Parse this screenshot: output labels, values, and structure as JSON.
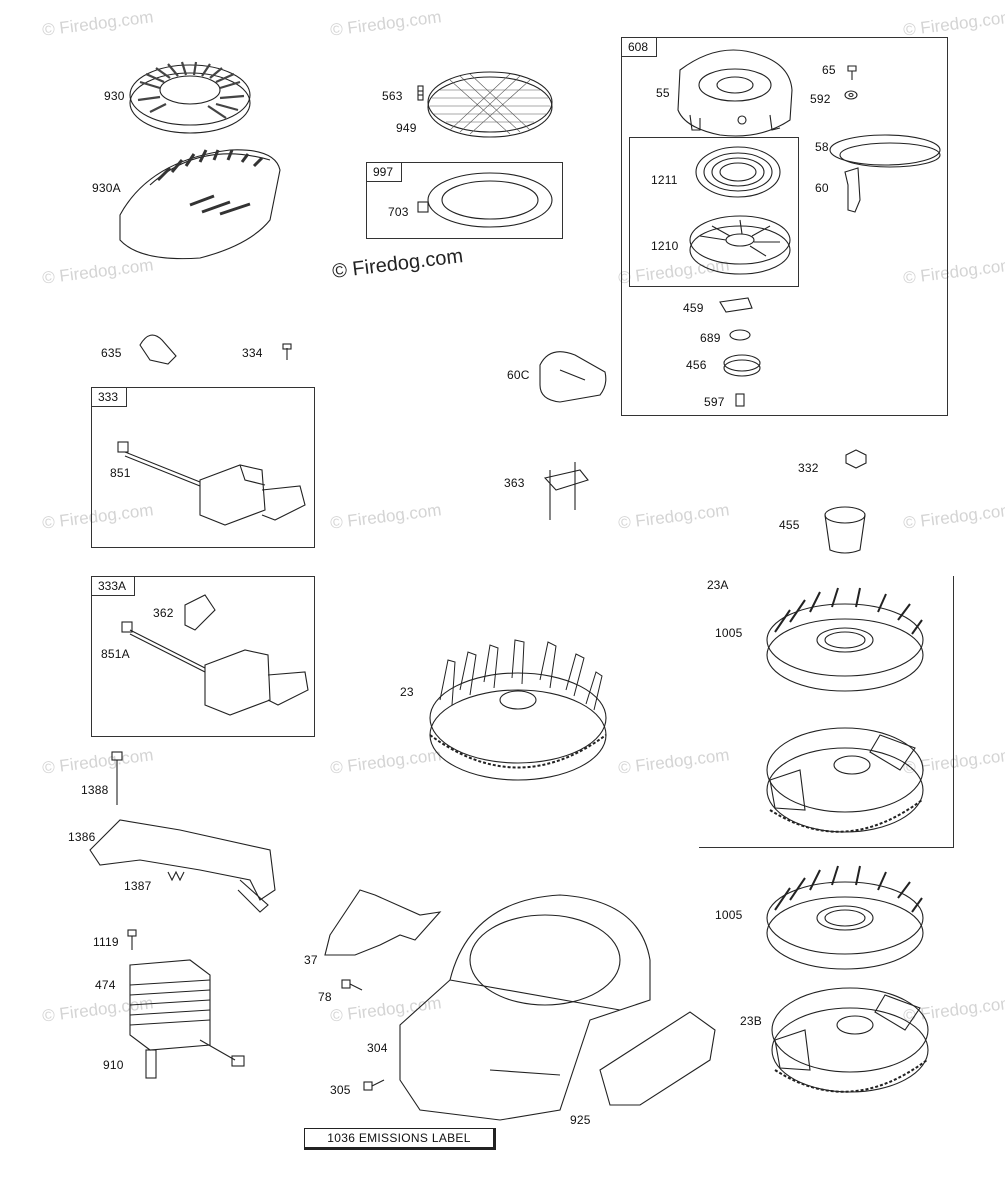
{
  "watermark": {
    "text": "© Firedog.com",
    "center_text": "© Firedog.com"
  },
  "boxes": {
    "b608": "608",
    "b1211": "",
    "b997": "997",
    "b333": "333",
    "b333a": "333A",
    "b23a": "23A"
  },
  "labels": {
    "l930": "930",
    "l930a": "930A",
    "l563": "563",
    "l949": "949",
    "l703": "703",
    "l55": "55",
    "l65": "65",
    "l592": "592",
    "l58": "58",
    "l60": "60",
    "l1211": "1211",
    "l1210": "1210",
    "l459": "459",
    "l689": "689",
    "l456": "456",
    "l597": "597",
    "l635": "635",
    "l334": "334",
    "l60c": "60C",
    "l851": "851",
    "l363": "363",
    "l332": "332",
    "l455": "455",
    "l362": "362",
    "l851a": "851A",
    "l23": "23",
    "l1005a": "1005",
    "l1388": "1388",
    "l1386": "1386",
    "l1387": "1387",
    "l1119": "1119",
    "l474": "474",
    "l910": "910",
    "l37": "37",
    "l78": "78",
    "l304": "304",
    "l305": "305",
    "l925": "925",
    "l1005b": "1005",
    "l23b": "23B"
  },
  "emissions_label": "1036 EMISSIONS LABEL"
}
